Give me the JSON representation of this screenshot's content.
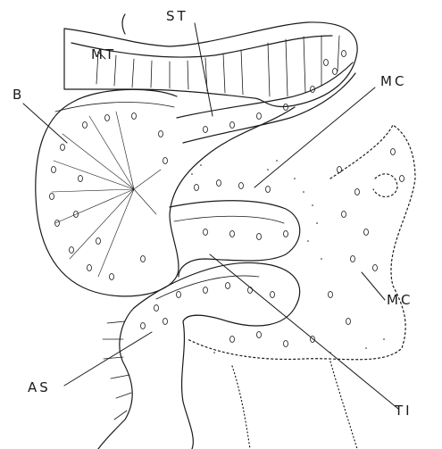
{
  "labels": {
    "mt": "MT",
    "st": "ST",
    "b": "B",
    "mc_upper": "MC",
    "mc_lower": "MC",
    "as": "AS",
    "ti": "TI"
  },
  "style": {
    "ink": "#1a1a1a",
    "background": "#ffffff"
  }
}
